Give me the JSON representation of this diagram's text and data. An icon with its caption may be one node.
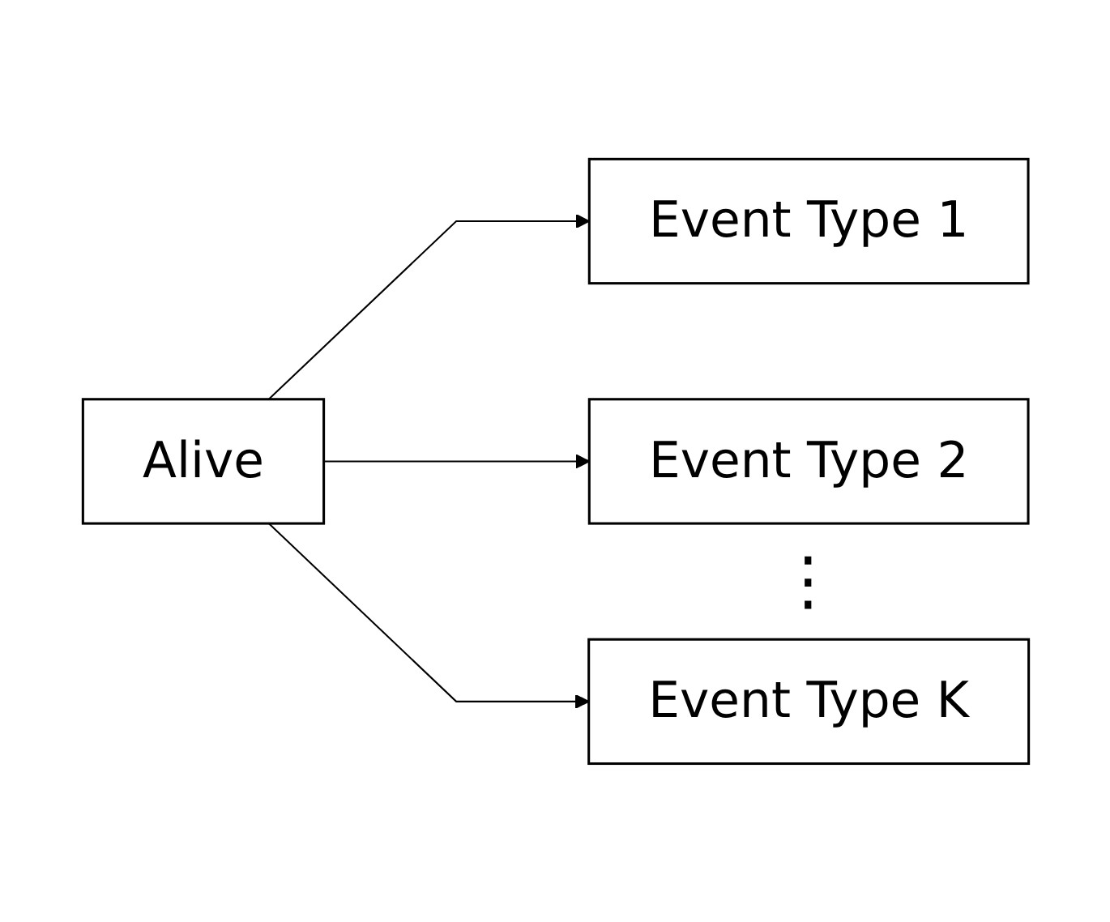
{
  "diagram": {
    "nodes": [
      {
        "text": [
          "Alive"
        ]
      },
      {
        "text": [
          "Event Type 1"
        ]
      },
      {
        "text": [
          "Event Type 2"
        ]
      },
      {
        "text": [
          "Event Type K"
        ]
      }
    ],
    "edges": [
      {
        "from": 0,
        "to": 1,
        "arrow": "to"
      },
      {
        "from": 0,
        "to": 2,
        "arrow": "to"
      },
      {
        "from": 0,
        "to": 3,
        "arrow": "to"
      }
    ],
    "labels": [
      "⋮"
    ]
  }
}
